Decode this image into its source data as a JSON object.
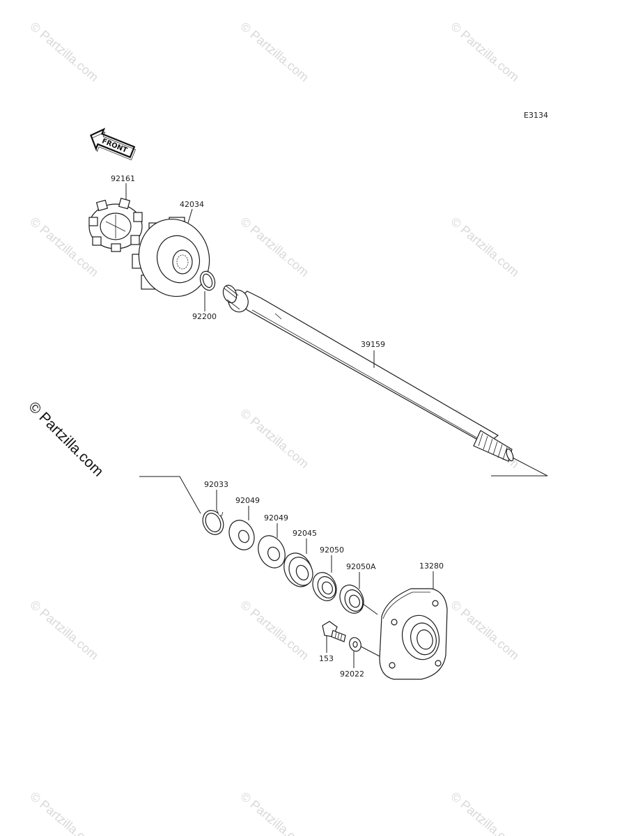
{
  "diagram_code": "E3134",
  "front_arrow_label": "FRONT",
  "watermark_text": "© Partzilla.com",
  "parts": {
    "p92161": "92161",
    "p42034": "42034",
    "p92200": "92200",
    "p39159": "39159",
    "p92033": "92033",
    "p92049a": "92049",
    "p92049b": "92049",
    "p92045": "92045",
    "p92050": "92050",
    "p92050A": "92050A",
    "p13280": "13280",
    "p153": "153",
    "p92022": "92022"
  }
}
